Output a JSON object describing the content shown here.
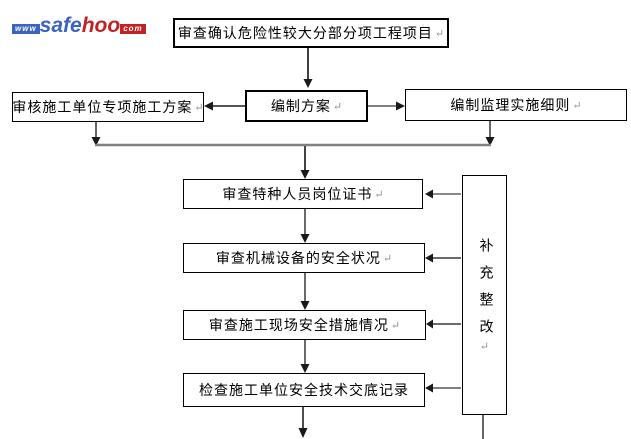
{
  "logo": {
    "www": "www",
    "safe": "safe",
    "hoo": "hoo",
    "com": "com"
  },
  "marks": {
    "pilcrow": "↵"
  },
  "colors": {
    "logo_blue": "#3b63c4",
    "logo_red": "#c32222",
    "line_gray": "#808080",
    "line_dark": "#404040",
    "arrow_black": "#1a1a1a",
    "box_border": "#000000",
    "box_fill": "#ffffff"
  },
  "nodes": {
    "confirm": {
      "label": "审查确认危险性较大分部分项工程项目"
    },
    "review": {
      "label": "审核施工单位专项施工方案"
    },
    "compile": {
      "label": "编制方案"
    },
    "rules": {
      "label": "编制监理实施细则"
    },
    "cert": {
      "label": "审查特种人员岗位证书"
    },
    "equip": {
      "label": "审查机械设备的安全状况"
    },
    "site": {
      "label": "审查施工现场安全措施情况"
    },
    "disclosure": {
      "label": "检查施工单位安全技术交底记录"
    },
    "rectify": {
      "label": "补充整改"
    }
  }
}
